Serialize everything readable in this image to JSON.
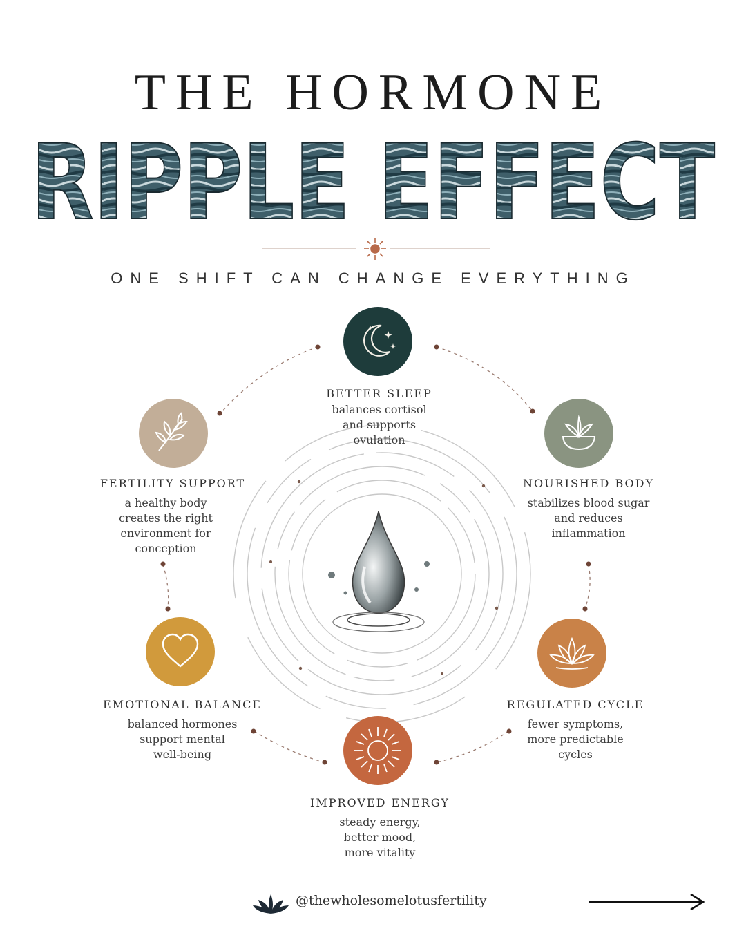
{
  "header": {
    "title_top": "THE HORMONE",
    "title_main": "RIPPLE EFFECT",
    "subtitle": "ONE SHIFT CAN CHANGE EVERYTHING"
  },
  "colors": {
    "sleep": "#1e3c3b",
    "fertility": "#c2ae98",
    "nourished": "#8a9481",
    "emotional": "#d19a3c",
    "regulated": "#c98248",
    "energy": "#c4673f",
    "water_dark": "#2c4a55",
    "water_light": "#a9c0c8",
    "dot": "#7a4a3c"
  },
  "items": {
    "sleep": {
      "icon": "moon-stars-icon",
      "title": "BETTER SLEEP",
      "text": "balances cortisol\nand supports\novulation"
    },
    "fertility": {
      "icon": "leaf-branch-icon",
      "title": "FERTILITY SUPPORT",
      "text": "a healthy body\ncreates the right\nenvironment for\nconception"
    },
    "nourished": {
      "icon": "bowl-plant-icon",
      "title": "NOURISHED BODY",
      "text": "stabilizes blood sugar\nand reduces\ninflammation"
    },
    "emotional": {
      "icon": "heart-icon",
      "title": "EMOTIONAL BALANCE",
      "text": "balanced hormones\nsupport mental\nwell-being"
    },
    "regulated": {
      "icon": "lotus-icon",
      "title": "REGULATED CYCLE",
      "text": "fewer symptoms,\nmore predictable\ncycles"
    },
    "energy": {
      "icon": "sun-icon",
      "title": "IMPROVED ENERGY",
      "text": "steady energy,\nbetter mood,\nmore vitality"
    }
  },
  "center": {
    "icon": "water-drop-icon"
  },
  "footer": {
    "logo": "lotus-logo-icon",
    "handle": "@thewholesomelotusfertility",
    "arrow": "arrow-right-icon"
  }
}
